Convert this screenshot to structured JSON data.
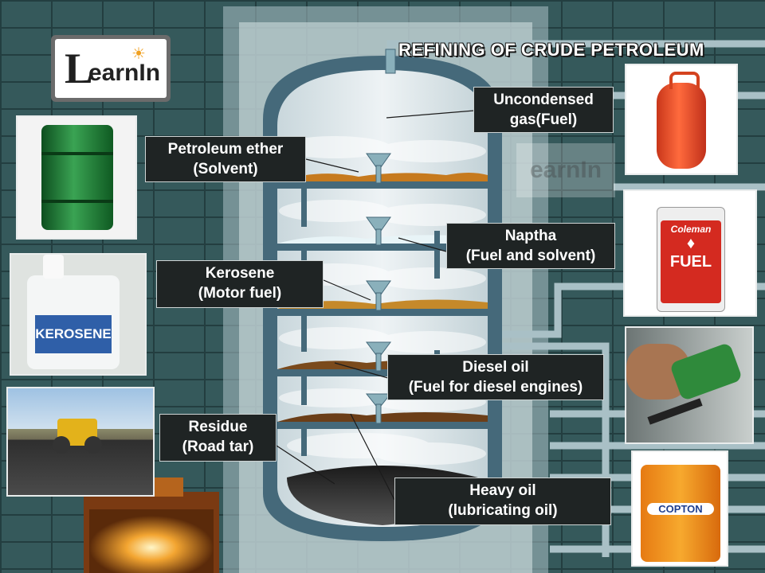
{
  "title": "REFINING OF CRUDE PETROLEUM",
  "logo": {
    "text": "earnIn",
    "initial": "L"
  },
  "watermark": "earnIn",
  "fractions": [
    {
      "id": "unc",
      "line1": "Uncondensed",
      "line2": "gas(Fuel)"
    },
    {
      "id": "pet",
      "line1": "Petroleum ether",
      "line2": "(Solvent)"
    },
    {
      "id": "nap",
      "line1": "Naptha",
      "line2": "(Fuel and solvent)"
    },
    {
      "id": "ker",
      "line1": "Kerosene",
      "line2": "(Motor fuel)"
    },
    {
      "id": "die",
      "line1": "Diesel oil",
      "line2": "(Fuel for diesel engines)"
    },
    {
      "id": "res",
      "line1": "Residue",
      "line2": "(Road tar)"
    },
    {
      "id": "hvy",
      "line1": "Heavy oil",
      "line2": "(lubricating oil)"
    }
  ],
  "products": {
    "drum_text": "",
    "kerosene_can_text": "KEROSENE",
    "fuel_can_brand": "Coleman",
    "fuel_can_word": "FUEL",
    "oil_can_brand": "COPTON"
  },
  "colors": {
    "label_bg": "#1f2424",
    "tower": "#45697a",
    "oil": "#c67a1e",
    "pipe": "#a9c0c6"
  }
}
